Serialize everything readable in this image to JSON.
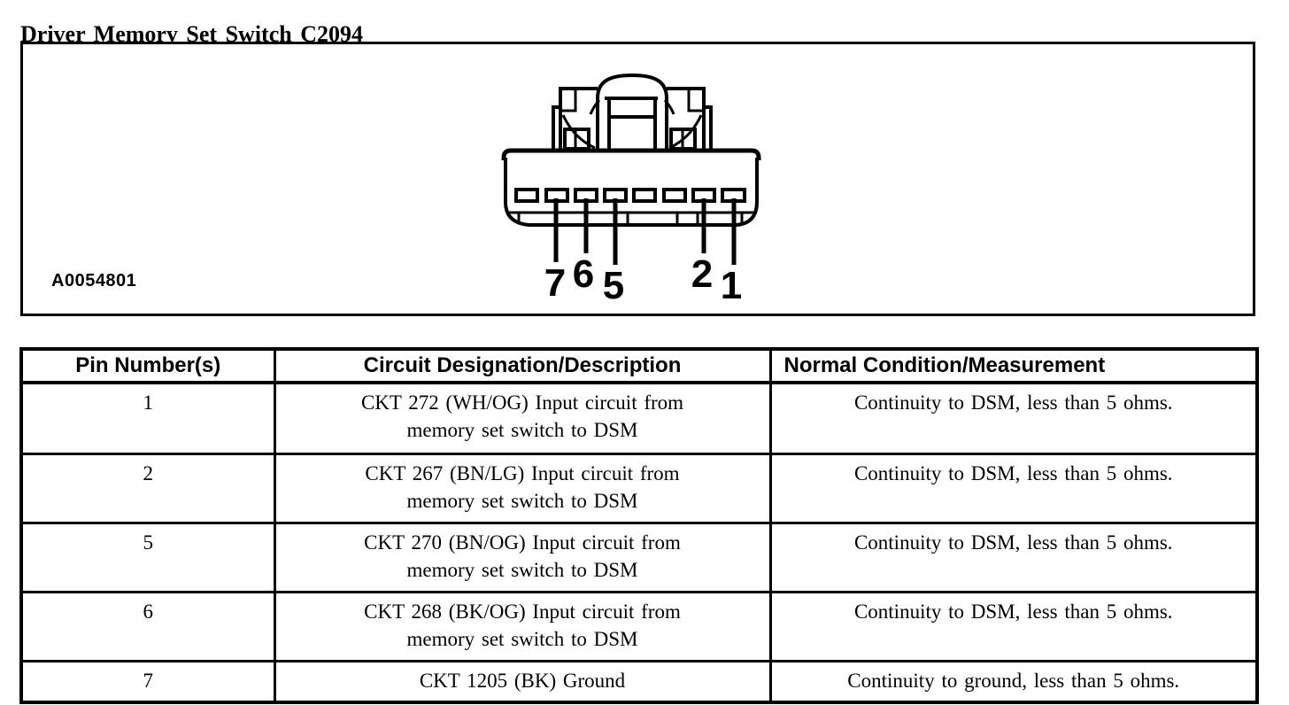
{
  "page": {
    "title": "Driver Memory Set Switch C2094"
  },
  "diagram": {
    "figure_id": "A0054801",
    "pin_labels": [
      "7",
      "6",
      "5",
      "2",
      "1"
    ],
    "ink_color": "#000000",
    "paper_color": "#ffffff"
  },
  "table": {
    "headers": [
      "Pin Number(s)",
      "Circuit Designation/Description",
      "Normal Condition/Measurement"
    ],
    "rows": [
      {
        "pin": "1",
        "desc_lines": [
          "CKT 272 (WH/OG) Input circuit from",
          "memory set switch to DSM"
        ],
        "normal": "Continuity to DSM, less than 5 ohms."
      },
      {
        "pin": "2",
        "desc_lines": [
          "CKT 267 (BN/LG) Input circuit from",
          "memory set switch to DSM"
        ],
        "normal": "Continuity to DSM, less than 5 ohms."
      },
      {
        "pin": "5",
        "desc_lines": [
          "CKT 270 (BN/OG) Input circuit from",
          "memory set switch to DSM"
        ],
        "normal": "Continuity to DSM, less than 5 ohms."
      },
      {
        "pin": "6",
        "desc_lines": [
          "CKT 268 (BK/OG) Input circuit from",
          "memory set switch to DSM"
        ],
        "normal": "Continuity to DSM, less than 5 ohms."
      },
      {
        "pin": "7",
        "desc_lines": [
          "CKT 1205 (BK) Ground"
        ],
        "normal": "Continuity to ground, less than 5 ohms."
      }
    ]
  }
}
